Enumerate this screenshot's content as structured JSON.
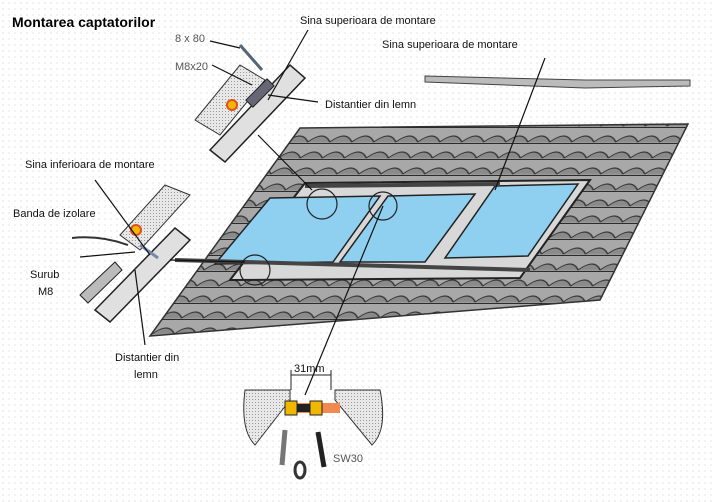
{
  "title": "Montarea captatorilor",
  "labels": {
    "screw_8x80": "8 x 80",
    "bolt_m8x20": "M8x20",
    "top_rail_1": "Sina superioara de montare",
    "top_rail_2": "Sina superioara de montare",
    "wood_spacer_top": "Distantier din lemn",
    "bottom_rail": "Sina inferioara de montare",
    "insulation_band": "Banda de izolare",
    "screw_m8_line1": "Surub",
    "screw_m8_line2": "M8",
    "wood_spacer_bottom_line1": "Distantier din",
    "wood_spacer_bottom_line2": "lemn",
    "dimension": "31mm",
    "wrench_size": "SW30"
  },
  "colors": {
    "panel": "#8fd0f0",
    "tile": "#9a9a9a",
    "fitting": "#f0b800",
    "pipe": "#f08a50"
  }
}
